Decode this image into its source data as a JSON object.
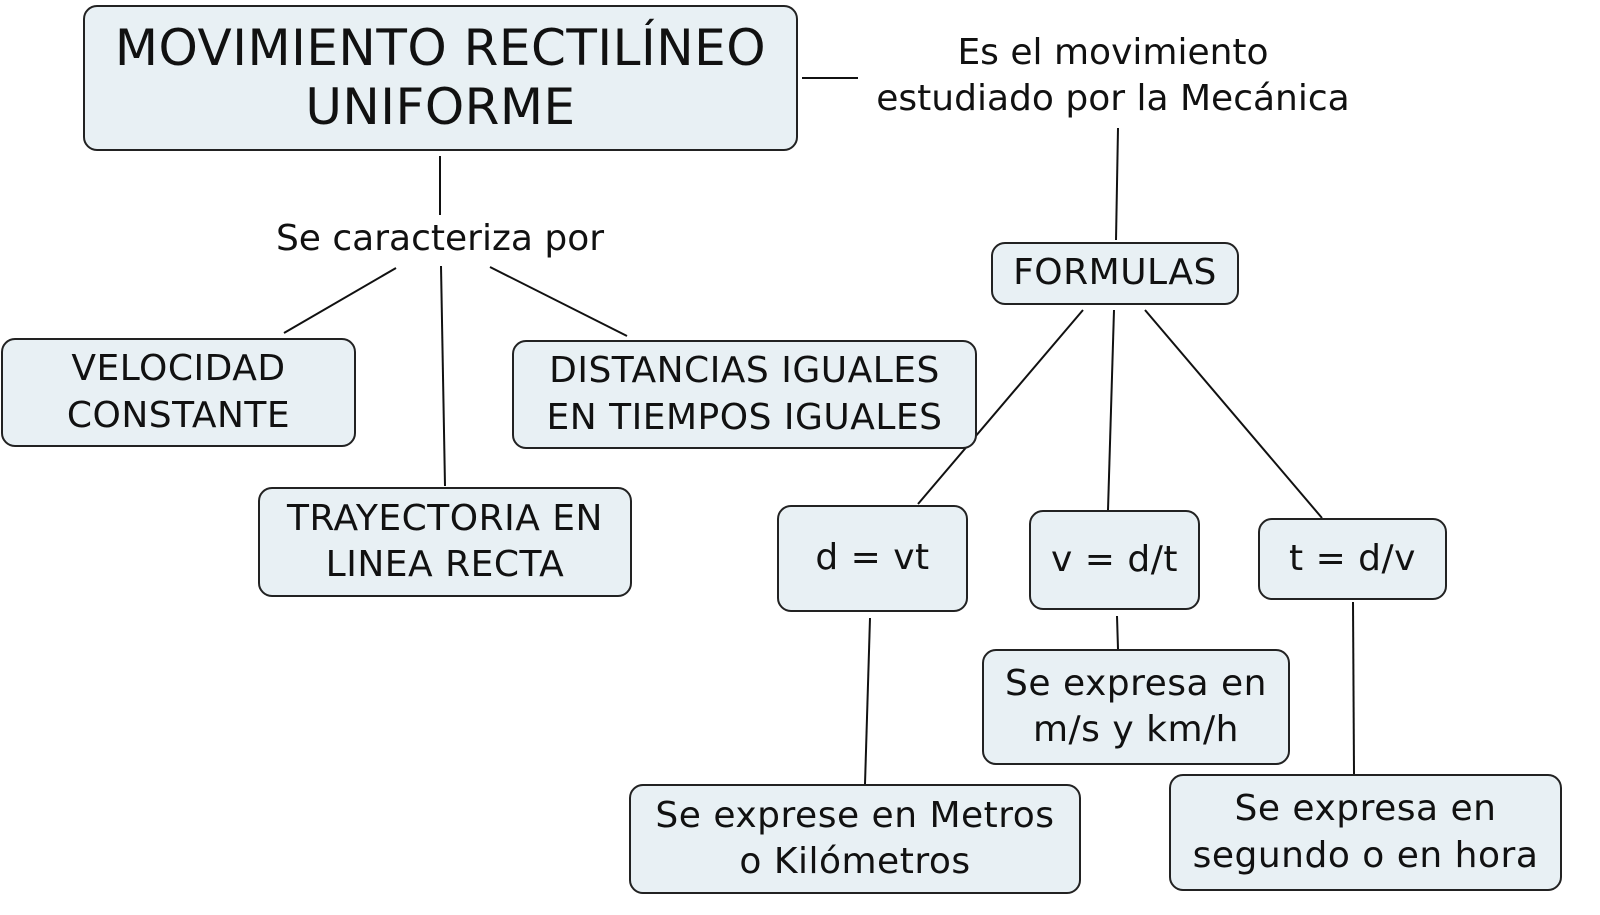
{
  "title": "MOVIMIENTO RECTILÍNEO\nUNIFORME",
  "link_mecanica": "Es el movimiento\nestudiado por la Mecánica",
  "link_caracteriza": "Se caracteriza por",
  "characteristics": [
    "VELOCIDAD\nCONSTANTE",
    "DISTANCIAS IGUALES\nEN TIEMPOS IGUALES",
    "TRAYECTORIA EN\nLINEA RECTA"
  ],
  "formulas": {
    "title": "FORMULAS",
    "items": [
      {
        "formula": "d = vt",
        "unit": "Se exprese en Metros\no Kilómetros"
      },
      {
        "formula": "v = d/t",
        "unit": "Se expresa en\nm/s y km/h"
      },
      {
        "formula": "t = d/v",
        "unit": "Se expresa en\nsegundo o en hora"
      }
    ]
  },
  "colors": {
    "box_fill": "#e8f0f4",
    "border": "#222222"
  }
}
